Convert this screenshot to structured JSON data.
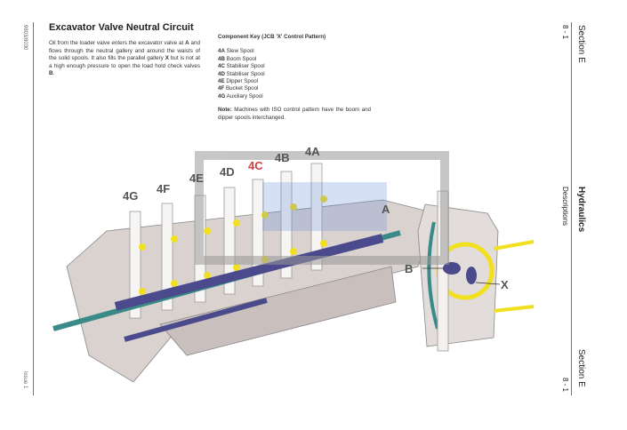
{
  "margin_left": {
    "doc_number": "9803/8030",
    "issue": "Issue 1"
  },
  "margin_right": {
    "section_top": "Section E",
    "page_top": "8 - 1",
    "chapter": "Hydraulics",
    "subchapter": "Descriptions",
    "section_bottom": "Section E",
    "page_bottom": "8 - 1"
  },
  "title": "Excavator Valve Neutral Circuit",
  "intro": {
    "t1": "Oil from the loader valve enters the excavator valve at ",
    "a": "A",
    "t2": " and flows through the neutral gallery and around the waists of the solid spools. It also fills the parallel gallery ",
    "x": "X",
    "t3": " but is not at a high enough pressure to open the load hold check valves ",
    "b": "B",
    "t4": "."
  },
  "component_key": {
    "title": "Component Key (JCB 'X' Control Pattern)",
    "items": [
      {
        "code": "4A",
        "name": "Slew Spool"
      },
      {
        "code": "4B",
        "name": "Boom Spool"
      },
      {
        "code": "4C",
        "name": "Stabiliser Spool"
      },
      {
        "code": "4D",
        "name": "Stabiliser Spool"
      },
      {
        "code": "4E",
        "name": "Dipper Spool"
      },
      {
        "code": "4F",
        "name": "Bucket Spool"
      },
      {
        "code": "4G",
        "name": "Auxiliary Spool"
      }
    ],
    "note_label": "Note:",
    "note": " Machines with ISO control pattern have the boom and dipper spools interchanged."
  },
  "diagram": {
    "labels": {
      "g": "4G",
      "f": "4F",
      "e": "4E",
      "d": "4D",
      "c": "4C",
      "b": "4B",
      "a": "4A",
      "A": "A",
      "B": "B",
      "X": "X"
    }
  },
  "colors": {
    "spool_blue": "#4a4a8c",
    "oil_yellow": "#f0e020",
    "teal": "#3a8a88",
    "casting": "#c9bfbc"
  }
}
